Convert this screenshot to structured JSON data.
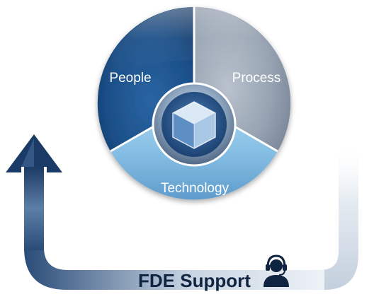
{
  "diagram": {
    "segments": [
      {
        "id": "people",
        "label": "People"
      },
      {
        "id": "process",
        "label": "Process"
      },
      {
        "id": "technology",
        "label": "Technology"
      }
    ],
    "center_icon": "cube-icon",
    "support": {
      "label": "FDE Support",
      "icon": "headset-agent-icon"
    },
    "arrow": "return-arrow-up",
    "colors": {
      "people": "#1d4f86",
      "process": "#8e9bab",
      "technology": "#8fc4e6",
      "text_dark": "#0f2440",
      "arrow_dark": "#1b3b66"
    }
  }
}
